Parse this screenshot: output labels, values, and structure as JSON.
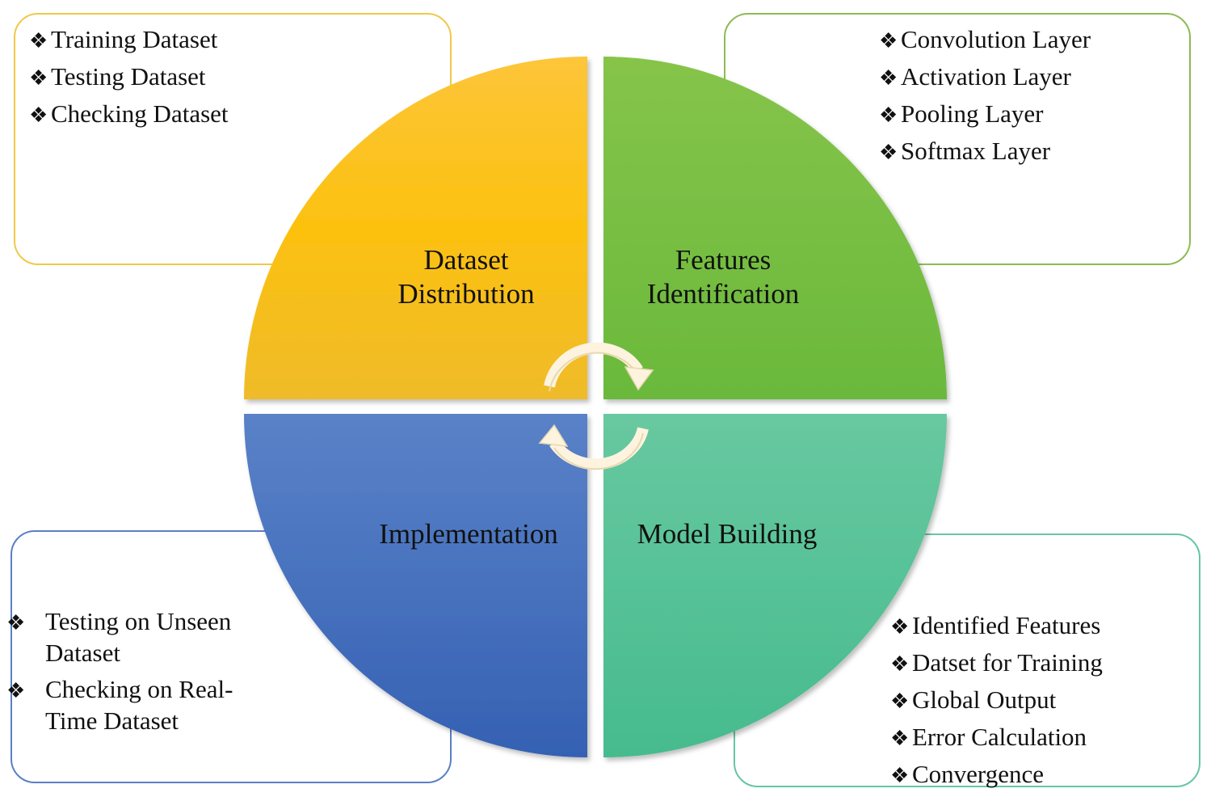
{
  "quadrants": {
    "top_left": {
      "title_line1": "Dataset",
      "title_line2": "Distribution",
      "color": "#fcc10f"
    },
    "top_right": {
      "title_line1": "Features",
      "title_line2": "Identification",
      "color": "#77c043"
    },
    "bottom_left": {
      "title": "Implementation",
      "color": "#3f66b4"
    },
    "bottom_right": {
      "title": "Model Building",
      "color": "#4cbf93"
    }
  },
  "boxes": {
    "top_left": {
      "items": [
        "Training  Dataset",
        "Testing  Dataset",
        "Checking  Dataset"
      ]
    },
    "top_right": {
      "items": [
        "Convolution  Layer",
        "Activation  Layer",
        "Pooling Layer",
        "Softmax Layer"
      ]
    },
    "bottom_left": {
      "items": [
        "Testing  on  Unseen Dataset",
        "Checking  on Real-Time Dataset"
      ]
    },
    "bottom_right": {
      "items": [
        "Identified Features",
        "Datset for Training",
        "Global  Output",
        "Error Calculation",
        "Convergence"
      ]
    }
  },
  "bullet_glyph": "❖",
  "icons": [
    "cycle-arrow-top-icon",
    "cycle-arrow-bottom-icon"
  ]
}
